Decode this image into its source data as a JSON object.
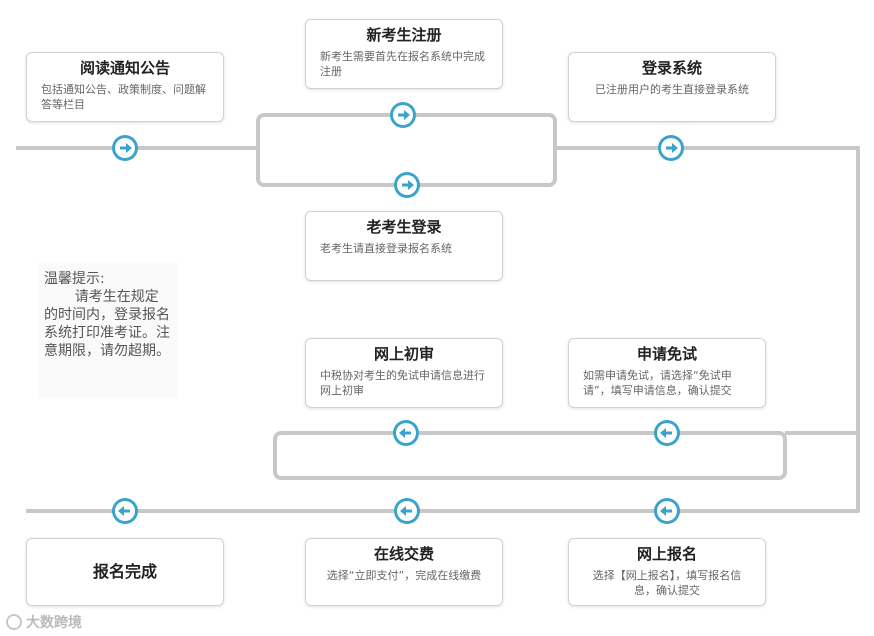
{
  "nodes": {
    "read_notice": {
      "title": "阅读通知公告",
      "desc": "包括通知公告、政策制度、问题解答等栏目"
    },
    "new_register": {
      "title": "新考生注册",
      "desc": "新考生需要首先在报名系统中完成注册"
    },
    "login": {
      "title": "登录系统",
      "desc": "已注册用户的考生直接登录系统"
    },
    "old_login": {
      "title": "老考生登录",
      "desc": "老考生请直接登录报名系统"
    },
    "initial_review": {
      "title": "网上初审",
      "desc": "中税协对考生的免试申请信息进行网上初审"
    },
    "apply_exempt": {
      "title": "申请免试",
      "desc": "如需申请免试，请选择“免试申请”，填写申请信息，确认提交"
    },
    "complete": {
      "title": "报名完成",
      "desc": ""
    },
    "pay_online": {
      "title": "在线交费",
      "desc": "选择“立即支付”，完成在线缴费"
    },
    "online_signup": {
      "title": "网上报名",
      "desc": "选择【网上报名】，填写报名信息，确认提交"
    }
  },
  "tip": {
    "heading": "温馨提示:",
    "body": "请考生在规定的时间内，登录报名系统打印准考证。注意期限，请勿超期。"
  },
  "watermark": {
    "text": "大数跨境"
  },
  "colors": {
    "line": "#c8c8c8",
    "arrow": "#3aa3cc",
    "text": "#222222",
    "desc": "#666666"
  },
  "icons": {
    "arrow_right": "arrow-right-icon",
    "arrow_left": "arrow-left-icon"
  }
}
